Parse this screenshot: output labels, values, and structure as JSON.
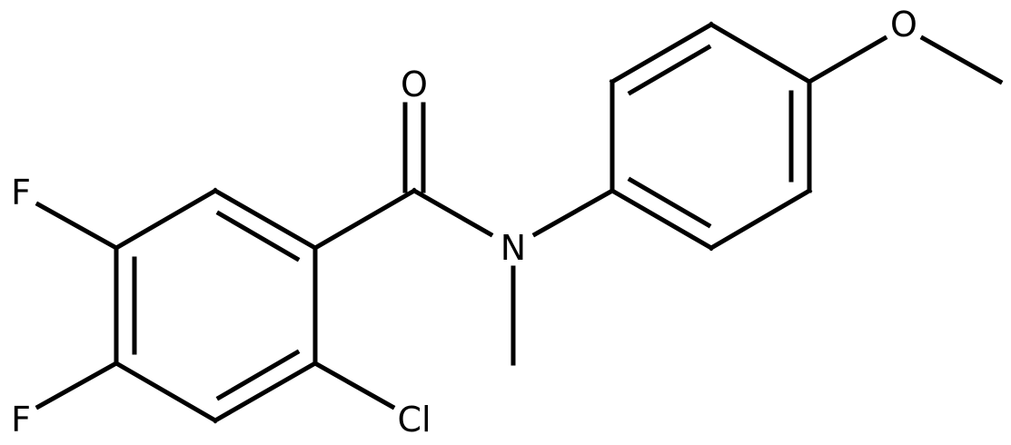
{
  "atoms": {
    "oxygen_carbonyl": "O",
    "nitrogen": "N",
    "oxygen_methoxy": "O",
    "fluorine_5": "F",
    "fluorine_4": "F",
    "chlorine": "Cl"
  },
  "colors": {
    "bond": "#000000",
    "label": "#000000",
    "background": "#ffffff"
  }
}
